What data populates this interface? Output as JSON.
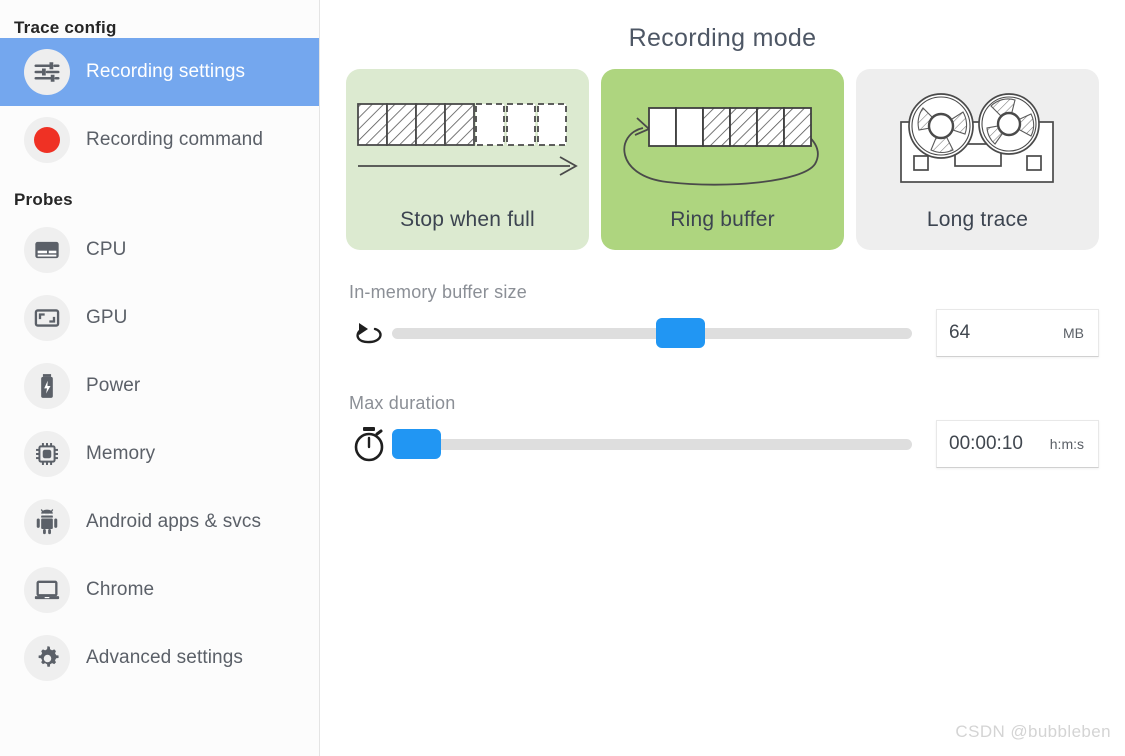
{
  "sidebar": {
    "title": "Trace config",
    "trace_config_items": [
      {
        "label": "Recording settings",
        "icon": "sliders-icon",
        "active": true
      },
      {
        "label": "Recording command",
        "icon": "record-dot-icon",
        "active": false
      }
    ],
    "probes_header": "Probes",
    "probe_items": [
      {
        "label": "CPU",
        "icon": "cpu-icon"
      },
      {
        "label": "GPU",
        "icon": "gpu-icon"
      },
      {
        "label": "Power",
        "icon": "battery-icon"
      },
      {
        "label": "Memory",
        "icon": "memory-chip-icon"
      },
      {
        "label": "Android apps & svcs",
        "icon": "android-icon"
      },
      {
        "label": "Chrome",
        "icon": "laptop-icon"
      },
      {
        "label": "Advanced settings",
        "icon": "gear-icon"
      }
    ]
  },
  "main": {
    "title": "Recording mode",
    "modes": [
      {
        "label": "Stop when full",
        "icon": "buffer-fill-arrow-icon",
        "state": "available",
        "color": "#dcead0"
      },
      {
        "label": "Ring buffer",
        "icon": "ring-buffer-loop-icon",
        "state": "selected",
        "color": "#aed57f"
      },
      {
        "label": "Long trace",
        "icon": "tape-reel-icon",
        "state": "available",
        "color": "#eeeeee"
      }
    ],
    "sliders": [
      {
        "label": "In-memory buffer size",
        "icon": "loop-arrow-icon",
        "value": "64",
        "unit": "MB",
        "fill_percent": 56
      },
      {
        "label": "Max duration",
        "icon": "stopwatch-icon",
        "value": "00:00:10",
        "unit": "h:m:s",
        "fill_percent": 0
      }
    ]
  },
  "watermark": "CSDN @bubbleben",
  "colors": {
    "accent_blue": "#2196f3",
    "sidebar_active": "#74a7ee",
    "selected_green": "#aed57f",
    "light_green": "#dcead0",
    "neutral_grey": "#eeeeee",
    "record_red": "#ef3124"
  }
}
